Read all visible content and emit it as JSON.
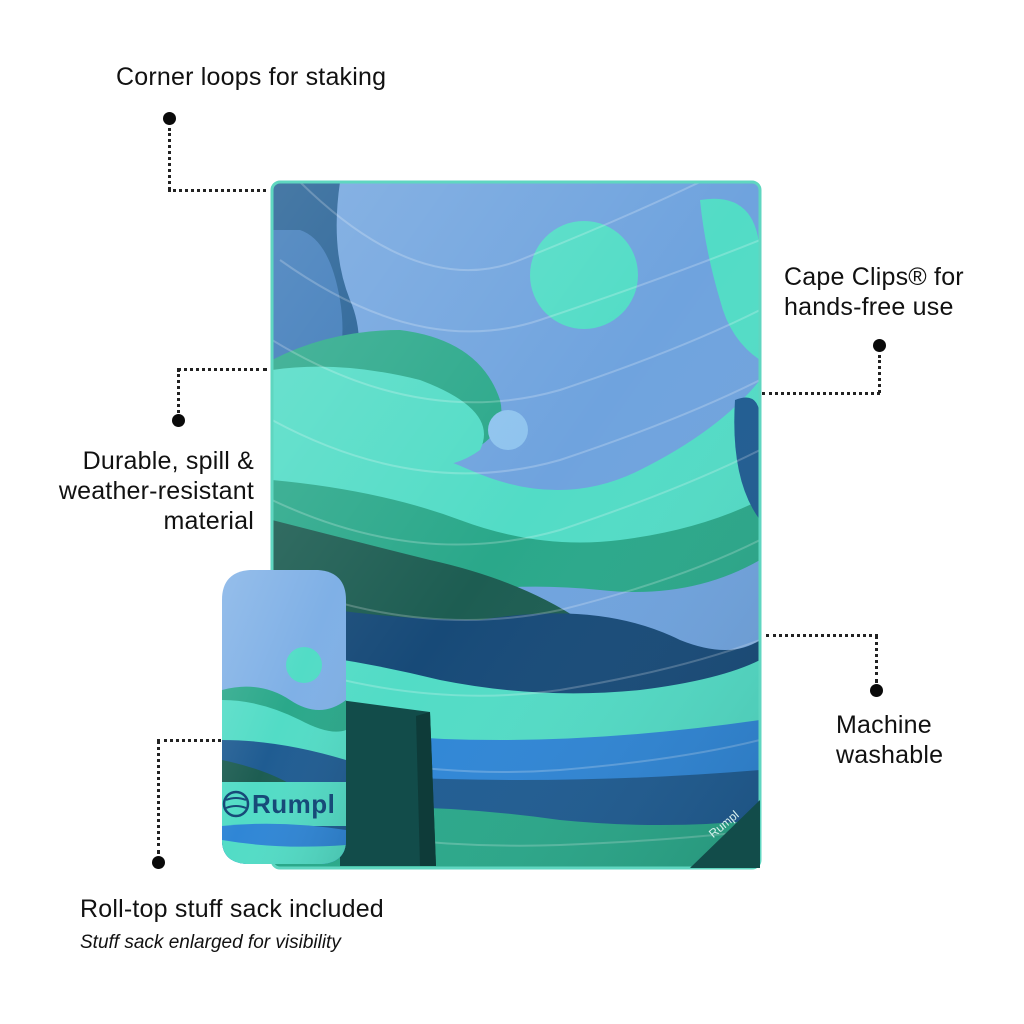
{
  "callouts": {
    "corner_loops": "Corner loops for staking",
    "cape_clips_line1": "Cape Clips® for",
    "cape_clips_line2": "hands-free use",
    "durable_line1": "Durable, spill &",
    "durable_line2": "weather-resistant",
    "durable_line3": "material",
    "machine_line1": "Machine",
    "machine_line2": "washable",
    "stuff_sack": "Roll-top stuff sack included",
    "stuff_sack_note": "Stuff sack enlarged for visibility"
  },
  "brand": {
    "logo_text": "Rumpl"
  },
  "colors": {
    "sky_blue": "#6fa3de",
    "deep_blue": "#1f5c92",
    "navy": "#174a78",
    "teal": "#2aa88a",
    "mint": "#52dcc6",
    "dark_green": "#1d5d52",
    "bright_blue": "#2f86d6"
  }
}
